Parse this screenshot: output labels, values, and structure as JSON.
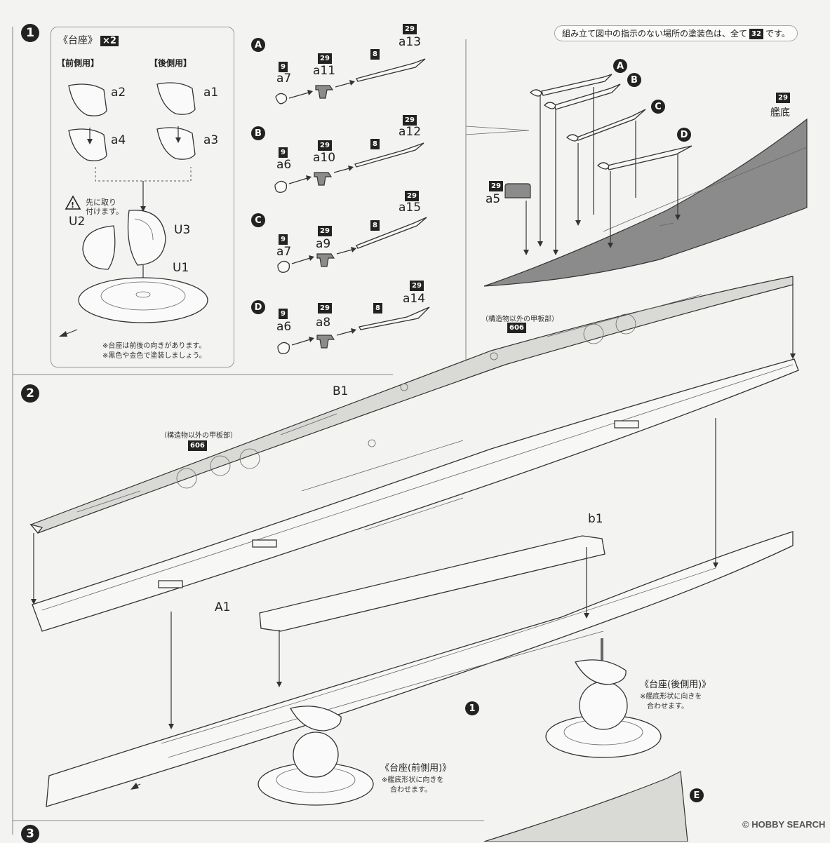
{
  "steps": {
    "s1": "1",
    "s2": "2",
    "s3": "3"
  },
  "note": {
    "before": "組み立て図中の指示のない場所の塗装色は、全て",
    "color": "32",
    "after": "です。"
  },
  "panel1": {
    "title": "《台座》",
    "multiplier": "×2",
    "front_label": "【前側用】",
    "rear_label": "【後側用】",
    "parts": {
      "a2": "a2",
      "a1": "a1",
      "a4": "a4",
      "a3": "a3",
      "u2": "U2",
      "u3": "U3",
      "u1": "U1"
    },
    "warning_line1": "先に取り",
    "warning_line2": "付けます。",
    "foot_note1": "※台座は前後の向きがあります。",
    "foot_note2": "※黒色や金色で塗装しましょう。"
  },
  "subassemblies": [
    {
      "letter": "A",
      "parts": [
        "a7",
        "a11",
        "a13"
      ],
      "colors": [
        "9",
        "29",
        "8",
        "29"
      ]
    },
    {
      "letter": "B",
      "parts": [
        "a6",
        "a10",
        "a12"
      ],
      "colors": [
        "9",
        "29",
        "8",
        "29"
      ]
    },
    {
      "letter": "C",
      "parts": [
        "a7",
        "a9",
        "a15"
      ],
      "colors": [
        "9",
        "29",
        "8",
        "29"
      ]
    },
    {
      "letter": "D",
      "parts": [
        "a6",
        "a8",
        "a14"
      ],
      "colors": [
        "9",
        "29",
        "8",
        "29"
      ]
    }
  ],
  "hull_top": {
    "part": "a5",
    "part_color": "29",
    "keel_label": "艦底",
    "keel_color": "29",
    "letters": [
      "A",
      "B",
      "C",
      "D"
    ]
  },
  "step2": {
    "deck_note": "（構造物以外の甲板部）",
    "deck_color": "606",
    "parts": {
      "b1_upper": "B1",
      "a1": "A1",
      "b1_lower": "b1"
    },
    "rear_stand_title": "《台座(後側用)》",
    "rear_stand_note1": "※艦底形状に向きを",
    "rear_stand_note2": "合わせます。",
    "front_stand_title": "《台座(前側用)》",
    "front_stand_note1": "※艦底形状に向きを",
    "front_stand_note2": "合わせます。",
    "ref_step": "1",
    "ref_letter": "E"
  },
  "watermark": "© HOBBY SEARCH"
}
